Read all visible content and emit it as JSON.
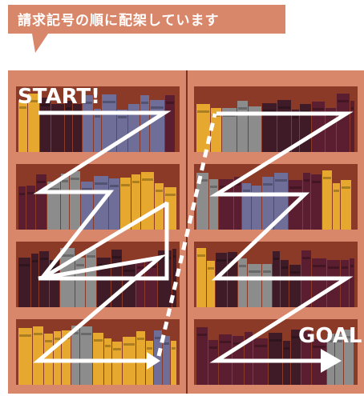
{
  "callout": {
    "text": "請求記号の順に配架しています",
    "color": "#d9876b"
  },
  "markers": {
    "start": "START!",
    "goal": "GOAL!"
  },
  "colors": {
    "shelf_frame": "#d9876b",
    "shelf_interior": "#8b3a27",
    "path": "#ffffff",
    "book_colors": [
      "#6e6e99",
      "#5a1e30",
      "#e6a82e",
      "#8c8c8c",
      "#3e1b26"
    ]
  }
}
